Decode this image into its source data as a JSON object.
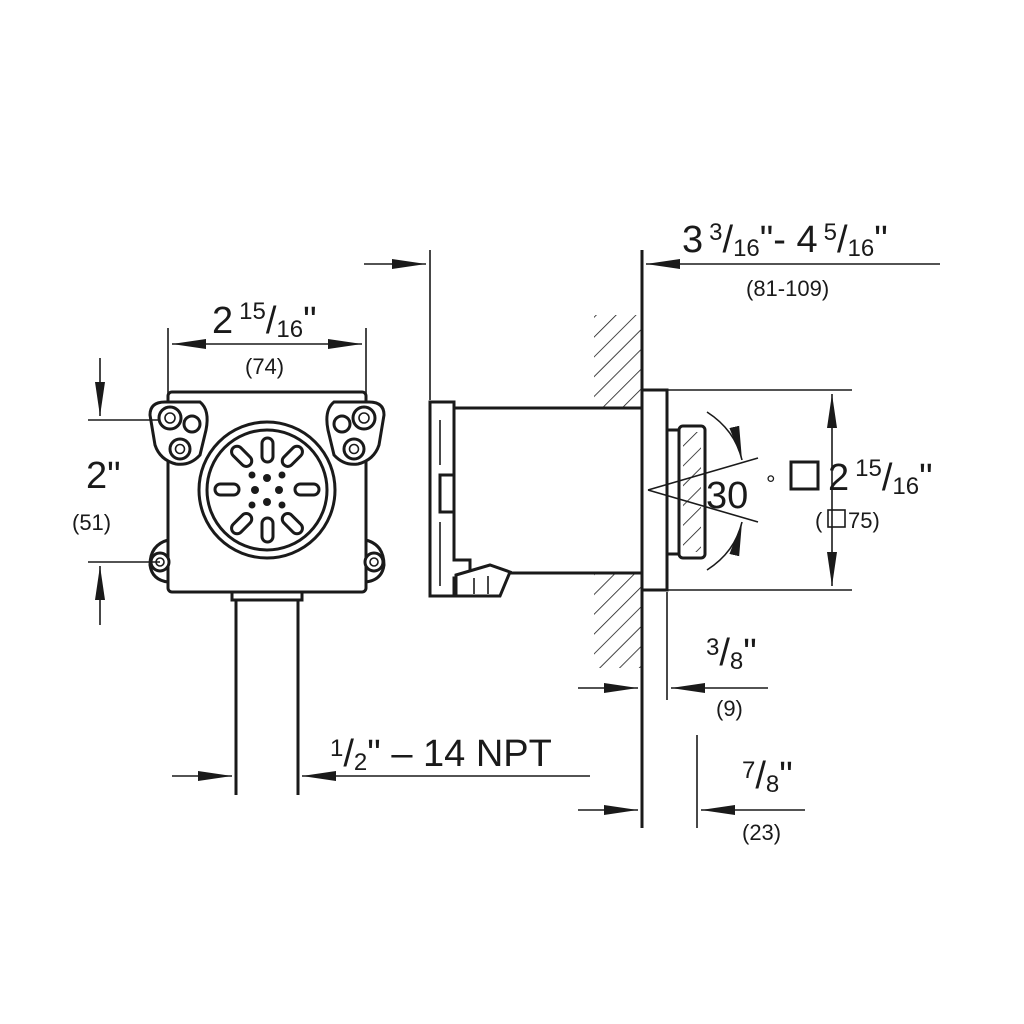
{
  "dimensions": {
    "width": {
      "whole": "2",
      "num": "15",
      "den": "16",
      "unit": "\"",
      "metric": "(74)"
    },
    "height": {
      "whole": "2\"",
      "metric": "(51)"
    },
    "depth": {
      "min_whole": "3",
      "min_num": "3",
      "min_den": "16",
      "sep": "\"- 4",
      "max_num": "5",
      "max_den": "16",
      "unit": "\"",
      "metric": "(81-109)"
    },
    "plate": {
      "whole": "2",
      "num": "15",
      "den": "16",
      "unit": "\"",
      "metric": "75)",
      "metric_open": "("
    },
    "angle": {
      "value": "30",
      "unit": "°"
    },
    "plate_thickness": {
      "num": "3",
      "den": "8",
      "unit": "\"",
      "metric": "(9)"
    },
    "face_depth": {
      "num": "7",
      "den": "8",
      "unit": "\"",
      "metric": "(23)"
    },
    "thread": {
      "num": "1",
      "den": "2",
      "text": "\" – 14 NPT"
    }
  },
  "colors": {
    "line": "#1a1a1a",
    "background": "#ffffff"
  }
}
